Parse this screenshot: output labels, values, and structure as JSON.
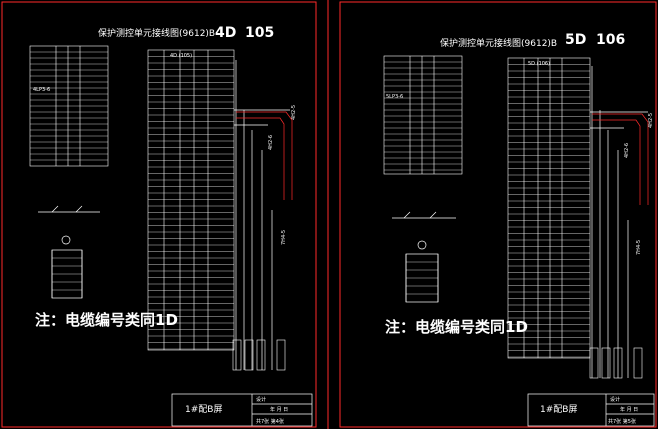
{
  "sheets": [
    {
      "title": "保护测控单元接线图(9612)B",
      "code": "4D",
      "number": "105",
      "table_header": "4D (105)",
      "left_label": "4LP3-6",
      "note": "注：电缆编号类同1D",
      "frame_title": "1#配B屏",
      "stamp_label": "设计",
      "date_label": "年 月 日",
      "page_label": "共7张 第4张",
      "cable_a": "4H2-5",
      "cable_b": "4H2-6",
      "cable_c": "7H4-5"
    },
    {
      "title": "保护测控单元接线图(9612)B",
      "code": "5D",
      "number": "106",
      "table_header": "5D (106)",
      "left_label": "5LP3-6",
      "note": "注：电缆编号类同1D",
      "frame_title": "1#配B屏",
      "stamp_label": "设计",
      "date_label": "年 月 日",
      "page_label": "共7张 第5张",
      "cable_a": "4H2-5",
      "cable_b": "4H2-6",
      "cable_c": "7H4-5"
    }
  ],
  "colors": {
    "border": "#ff2a2a",
    "lines": "#ffffff",
    "accent": "#ff2a2a"
  }
}
